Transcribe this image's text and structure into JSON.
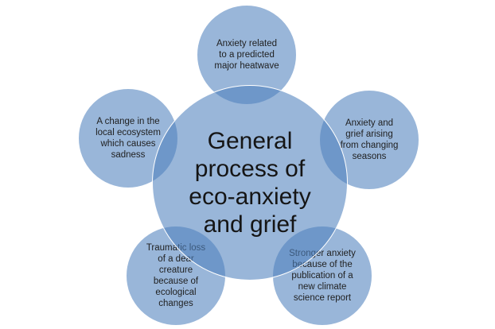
{
  "diagram": {
    "center_label": "General\nprocess of\neco-anxiety\nand grief",
    "nodes": [
      {
        "id": "top",
        "label": "Anxiety related\nto a predicted\nmajor heatwave"
      },
      {
        "id": "right",
        "label": "Anxiety and\ngrief arising\nfrom changing\nseasons"
      },
      {
        "id": "bottom-right",
        "label": "Stronger anxiety\nbecause of the\npublication of a\nnew climate\nscience report"
      },
      {
        "id": "bottom-left",
        "label": "Traumatic loss\nof a dear\ncreature\nbecause of\necological\nchanges"
      },
      {
        "id": "left",
        "label": "A change in the\nlocal ecosystem\nwhich causes\nsadness"
      }
    ]
  },
  "colors": {
    "circle_fill": "#4F81BD",
    "circle_border": "#FFFFFF",
    "text": "#1F1F1F"
  }
}
